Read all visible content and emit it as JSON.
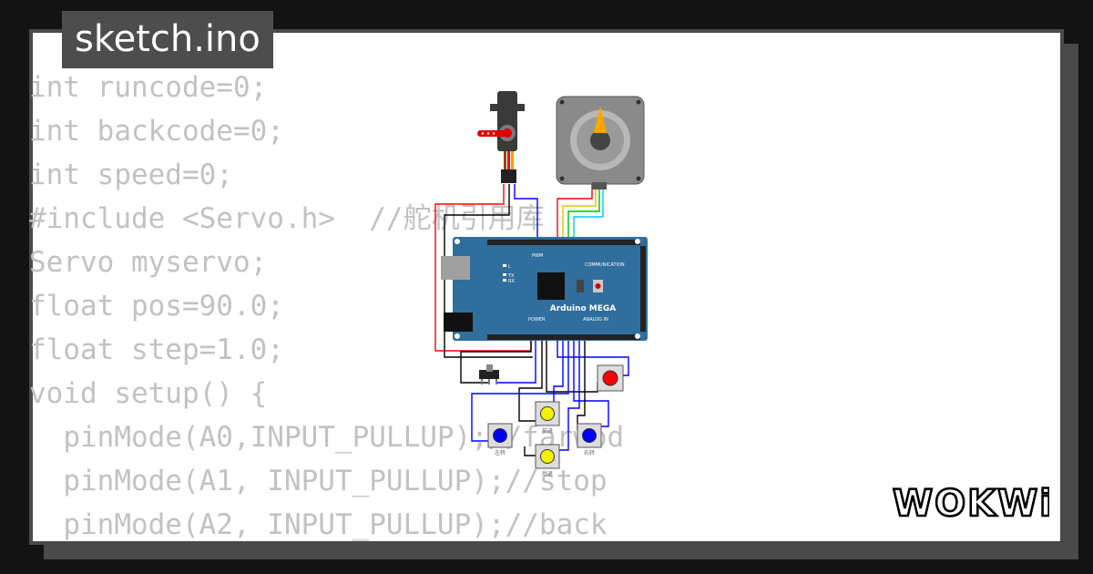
{
  "title": "sketch.ino",
  "code_lines": [
    "int runcode=0;",
    "int backcode=0;",
    "int speed=0;",
    "#include <Servo.h>  //舵机引用库",
    "Servo myservo;",
    "float pos=90.0;",
    "float step=1.0;",
    "void setup() {",
    "  pinMode(A0,INPUT_PULLUP);//farwod",
    "  pinMode(A1, INPUT_PULLUP);//stop",
    "  pinMode(A2, INPUT_PULLUP);//back"
  ],
  "board": {
    "name": "Arduino MEGA",
    "labels": {
      "pwm": "PWM",
      "communication": "COMMUNICATION",
      "power": "POWER",
      "analog_in": "ANALOG IN",
      "led_l": "L",
      "led_tx": "TX",
      "led_rx": "RX"
    }
  },
  "buttons": {
    "left_label": "左转",
    "forward_label": "前进",
    "right_label": "右转",
    "back_label": "后退"
  },
  "logo": "WOKWi",
  "colors": {
    "background": "#131313",
    "card": "#ffffff",
    "border": "#4a4a4a",
    "code_text": "#c2c2c2",
    "board_blue": "#2f6e9d",
    "button_red": "#ff0000",
    "button_yellow": "#f2f200",
    "button_blue": "#0000ff"
  }
}
